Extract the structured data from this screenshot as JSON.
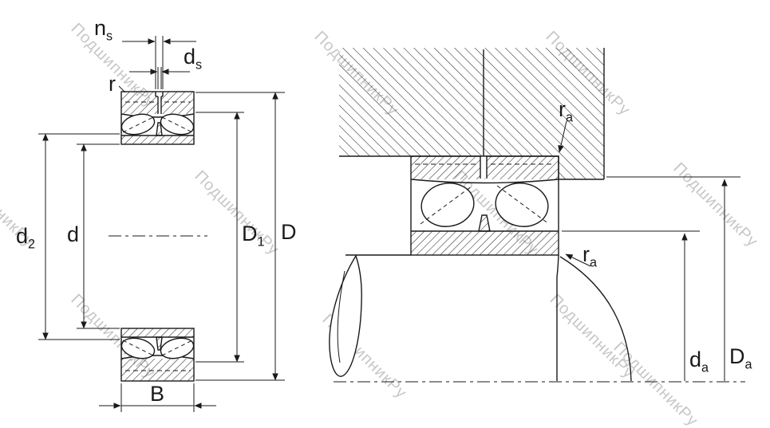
{
  "watermark": {
    "text": "ПодшипникРу"
  },
  "colors": {
    "line": "#1a1a1a",
    "watermark": "#c7c7c7",
    "background": "#ffffff"
  },
  "labels": {
    "ns": {
      "main": "n",
      "sub": "s"
    },
    "ds": {
      "main": "d",
      "sub": "s"
    },
    "r": {
      "main": "r",
      "sub": ""
    },
    "d2": {
      "main": "d",
      "sub": "2"
    },
    "d": {
      "main": "d",
      "sub": ""
    },
    "D1": {
      "main": "D",
      "sub": "1"
    },
    "D": {
      "main": "D",
      "sub": ""
    },
    "B": {
      "main": "B",
      "sub": ""
    },
    "ra_top": {
      "main": "r",
      "sub": "a"
    },
    "ra_bottom": {
      "main": "r",
      "sub": "a"
    },
    "da": {
      "main": "d",
      "sub": "a"
    },
    "Da": {
      "main": "D",
      "sub": "a"
    }
  }
}
